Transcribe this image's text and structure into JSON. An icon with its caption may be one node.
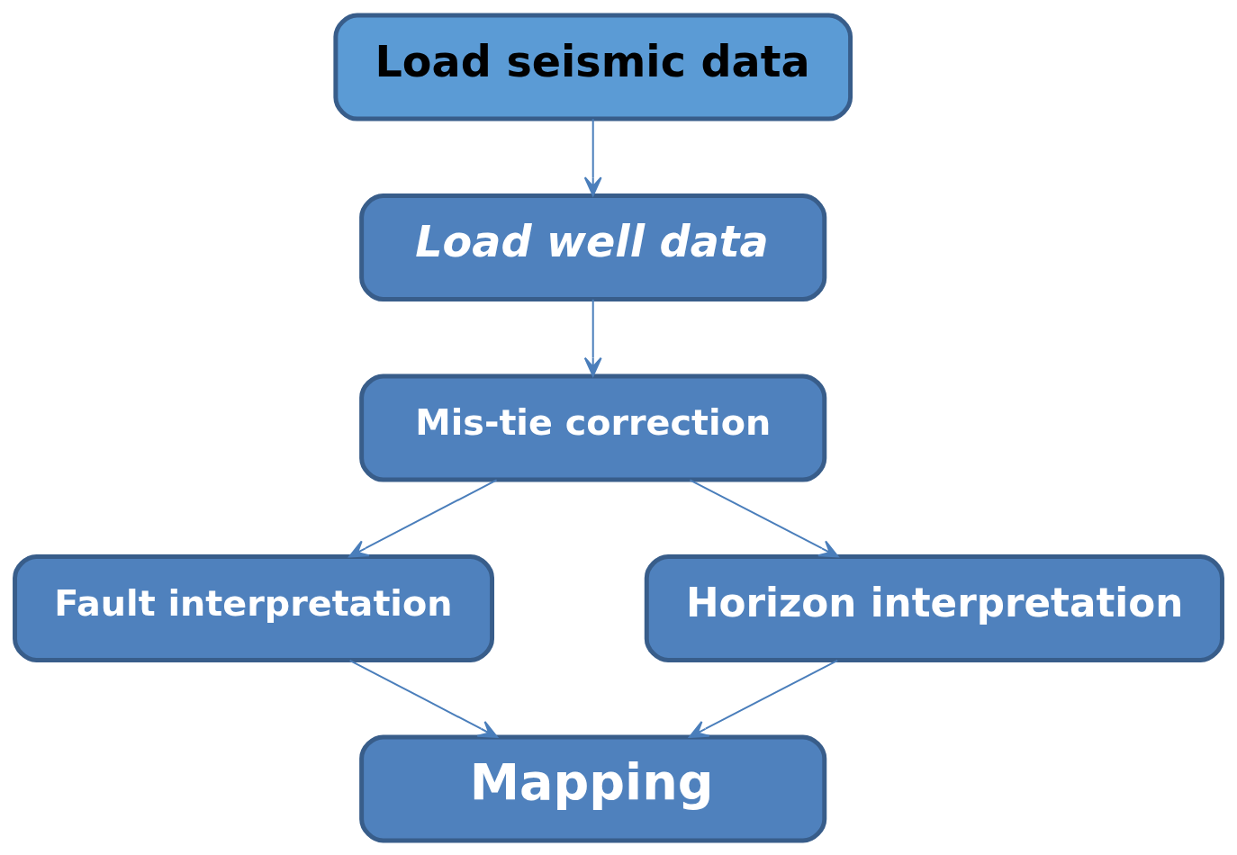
{
  "diagram": {
    "nodes": [
      {
        "text": [
          "Load seismic data"
        ]
      },
      {
        "text": [
          "Load well data"
        ]
      },
      {
        "text": [
          "Mis-tie correction"
        ]
      },
      {
        "text": [
          "Fault interpretation"
        ]
      },
      {
        "text": [
          "Horizon interpretation"
        ]
      },
      {
        "text": [
          "Mapping"
        ]
      }
    ],
    "edges": [
      {
        "from": 0,
        "to": 1,
        "arrow": "to"
      },
      {
        "from": 1,
        "to": 2,
        "arrow": "to"
      },
      {
        "from": 2,
        "to": 3,
        "arrow": "to"
      },
      {
        "from": 2,
        "to": 4,
        "arrow": "to"
      },
      {
        "from": 3,
        "to": 5,
        "arrow": "to"
      },
      {
        "from": 4,
        "to": 5,
        "arrow": "to"
      }
    ]
  }
}
